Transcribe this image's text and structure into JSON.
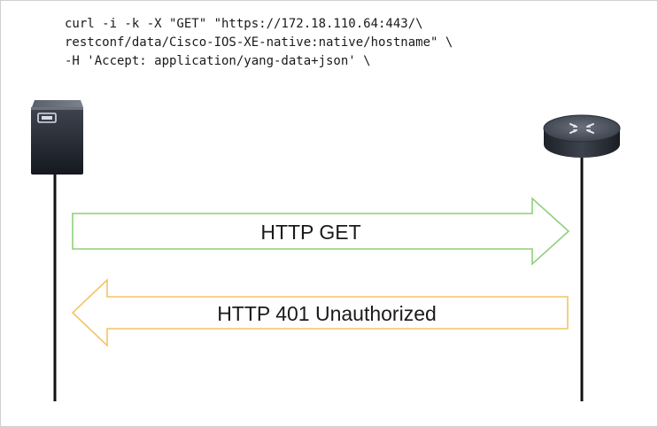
{
  "command": {
    "lines": [
      "curl -i -k -X \"GET\" \"https://172.18.110.64:443/\\",
      "restconf/data/Cisco-IOS-XE-native:native/hostname\" \\",
      "-H 'Accept: application/yang-data+json' \\"
    ]
  },
  "request": {
    "label": "HTTP GET",
    "color": "#8fce7a"
  },
  "response": {
    "label": "HTTP 401 Unauthorized",
    "color": "#f2c467"
  },
  "icons": {
    "client": "server-icon",
    "device": "router-icon"
  }
}
